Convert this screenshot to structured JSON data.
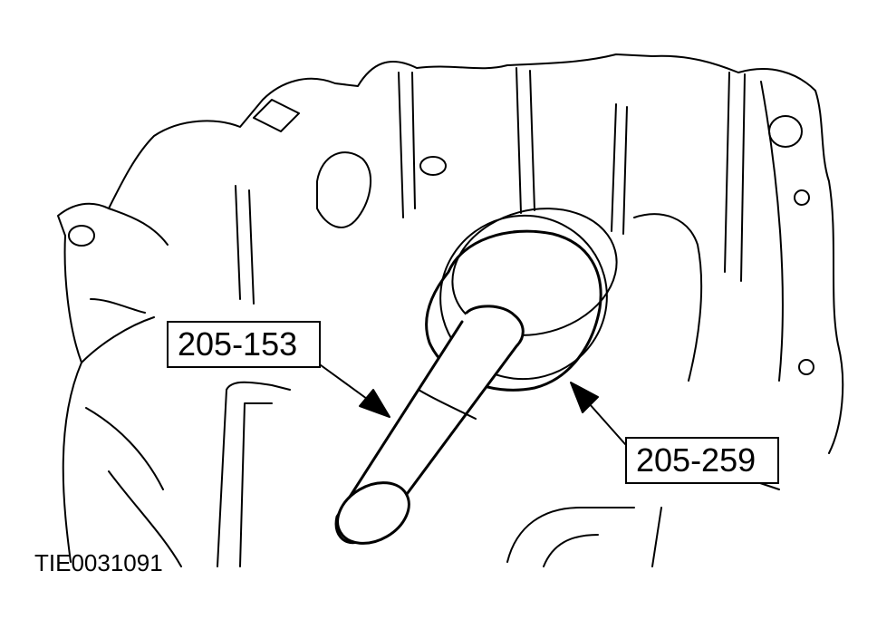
{
  "callouts": {
    "tool_a": "205-153",
    "tool_b": "205-259"
  },
  "figure_id": "TIE0031091",
  "colors": {
    "line": "#000000",
    "background": "#ffffff"
  }
}
